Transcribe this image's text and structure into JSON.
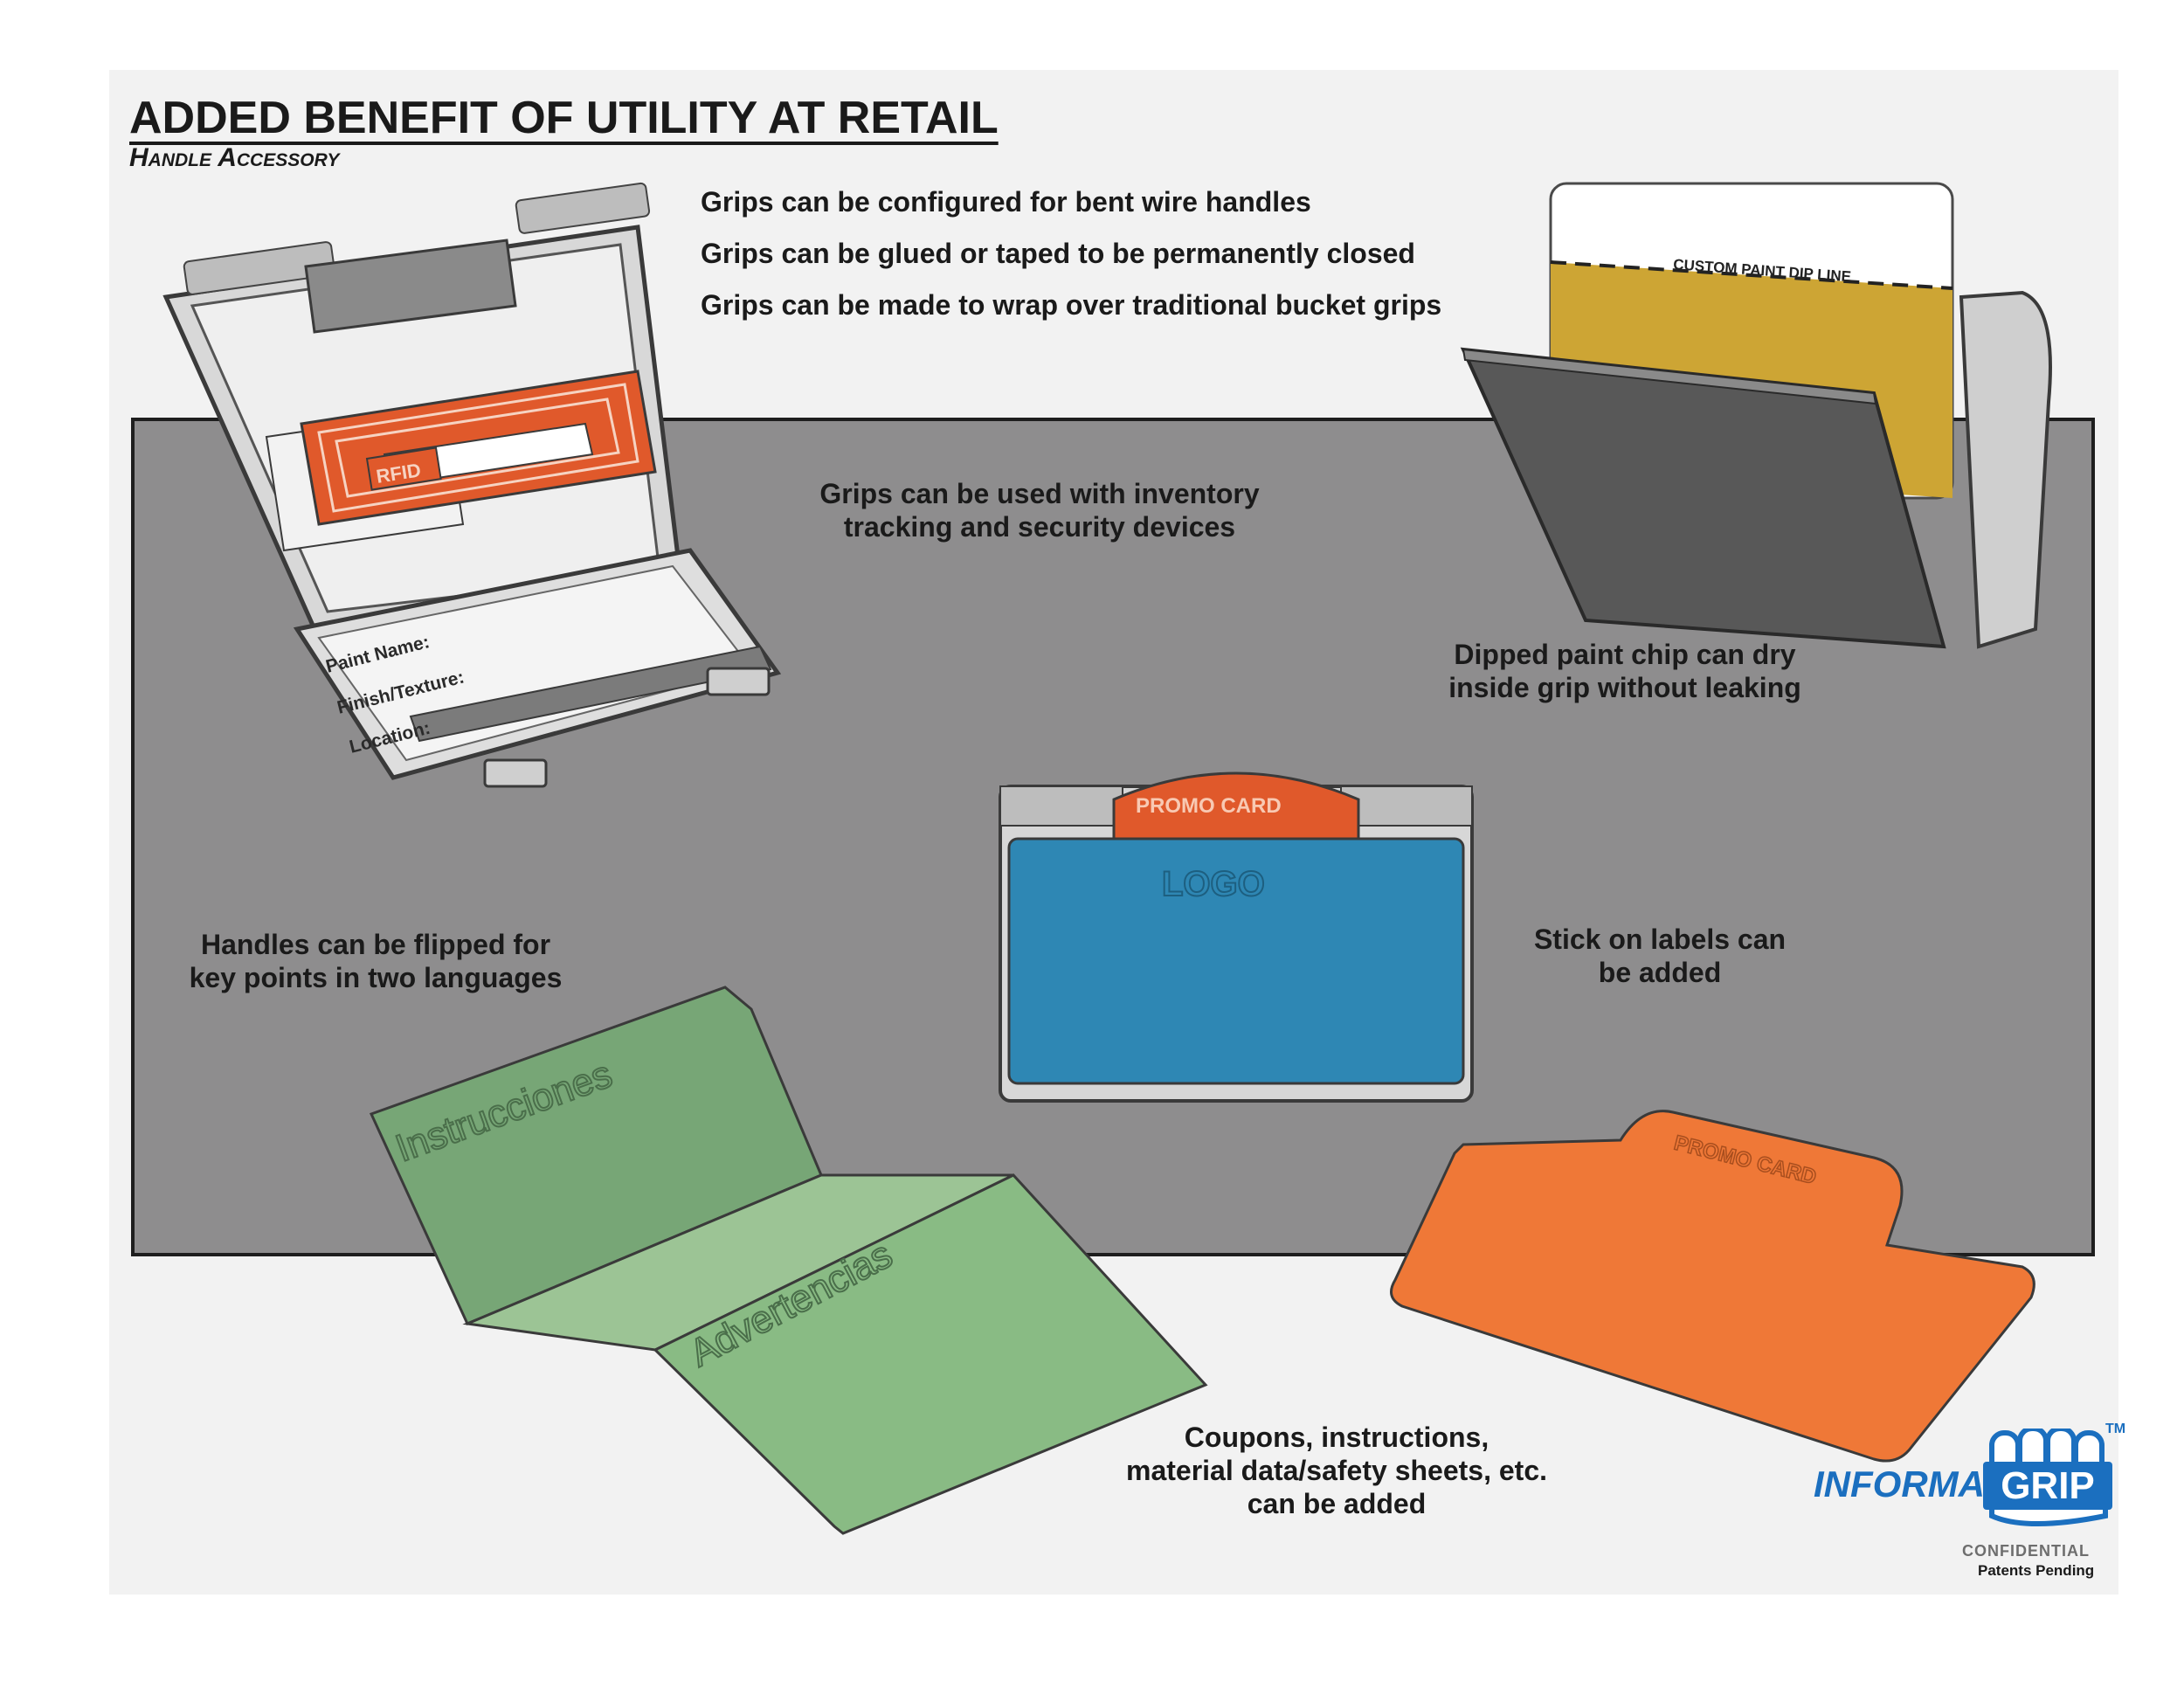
{
  "header": {
    "title": "ADDED BENEFIT OF UTILITY AT RETAIL",
    "subtitle": "Handle Accessory"
  },
  "features": [
    "Grips can be configured for bent wire handles",
    "Grips can be glued or taped to be permanently closed",
    "Grips can be made to wrap over traditional bucket grips"
  ],
  "callouts": {
    "inventory": [
      "Grips can be used with inventory",
      "tracking and security devices"
    ],
    "paint_chip": [
      "Dipped paint chip can dry",
      "inside grip without leaking"
    ],
    "flip": [
      "Handles can be flipped for",
      "key points in two languages"
    ],
    "labels": [
      "Stick on labels can",
      "be added"
    ],
    "coupons": [
      "Coupons, instructions,",
      "material data/safety sheets, etc.",
      "can be added"
    ]
  },
  "illustrations": {
    "open_grip": {
      "rfid_label": "RFID",
      "form_fields": [
        "Paint Name:",
        "Finish/Texture:",
        "Location:"
      ]
    },
    "paint_chip_grip": {
      "dip_line_label": "CUSTOM PAINT DIP LINE"
    },
    "promo_grip": {
      "tab_label": "PROMO CARD",
      "label_text": "LOGO"
    },
    "folded_card": {
      "top_text": "Instrucciones",
      "bottom_text": "Advertencias"
    },
    "promo_card": {
      "tab_label": "PROMO CARD"
    }
  },
  "logo": {
    "brand_left": "INFORMA",
    "brand_right": "GRIP",
    "trademark": "TM",
    "confidential": "CONFIDENTIAL",
    "patent": "Patents Pending"
  },
  "colors": {
    "panel_gray": "#8e8d8e",
    "rfid_orange": "#e0592b",
    "promo_orange": "#ef7837",
    "label_blue": "#2e87b4",
    "chip_gold": "#cda534",
    "card_green": "#86b57f",
    "brand_blue": "#1b6fbf"
  }
}
